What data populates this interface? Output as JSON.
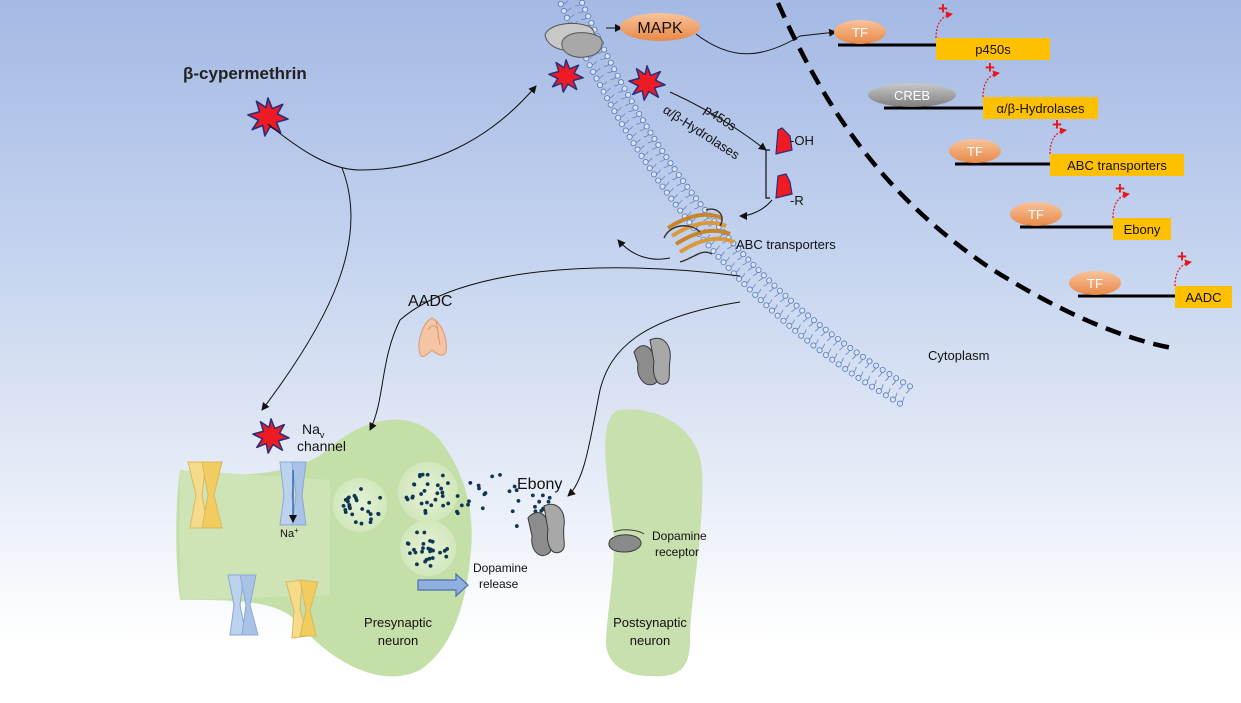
{
  "compound": "β-cypermethrin",
  "labels": {
    "mapk": "MAPK",
    "p450s_arrow": "p450s",
    "hydrolases_arrow": "α/β-Hydrolases",
    "oh": "-OH",
    "r": "-R",
    "abc_membrane": "ABC transporters",
    "aadc": "AADC",
    "cytoplasm": "Cytoplasm",
    "nav_main": "Na",
    "nav_sub": "v",
    "nav_channel": "channel",
    "na_ion": "Na",
    "na_sup": "+",
    "ebony": "Ebony",
    "dopamine_release_1": "Dopamine",
    "dopamine_release_2": "release",
    "dopamine_receptor_1": "Dopamine",
    "dopamine_receptor_2": "receptor",
    "presynaptic_1": "Presynaptic",
    "presynaptic_2": "neuron",
    "postsynaptic_1": "Postsynaptic",
    "postsynaptic_2": "neuron"
  },
  "genes": [
    {
      "factor": "TF",
      "gene": "p450s",
      "plus": "+"
    },
    {
      "factor": "CREB",
      "gene": "α/β-Hydrolases",
      "plus": "+"
    },
    {
      "factor": "TF",
      "gene": "ABC transporters",
      "plus": "+"
    },
    {
      "factor": "TF",
      "gene": "Ebony",
      "plus": "+"
    },
    {
      "factor": "TF",
      "gene": "AADC",
      "plus": "+"
    }
  ],
  "colors": {
    "gene_box": "#ffc000",
    "tf_oval": "#f4a46e",
    "creb_oval": "#9c9c9c",
    "compound_star": "#ee1b24",
    "arrow_red": "#e8141b",
    "neuron_green": "#c5dfa8",
    "vesicle_dot": "#0f3652"
  }
}
